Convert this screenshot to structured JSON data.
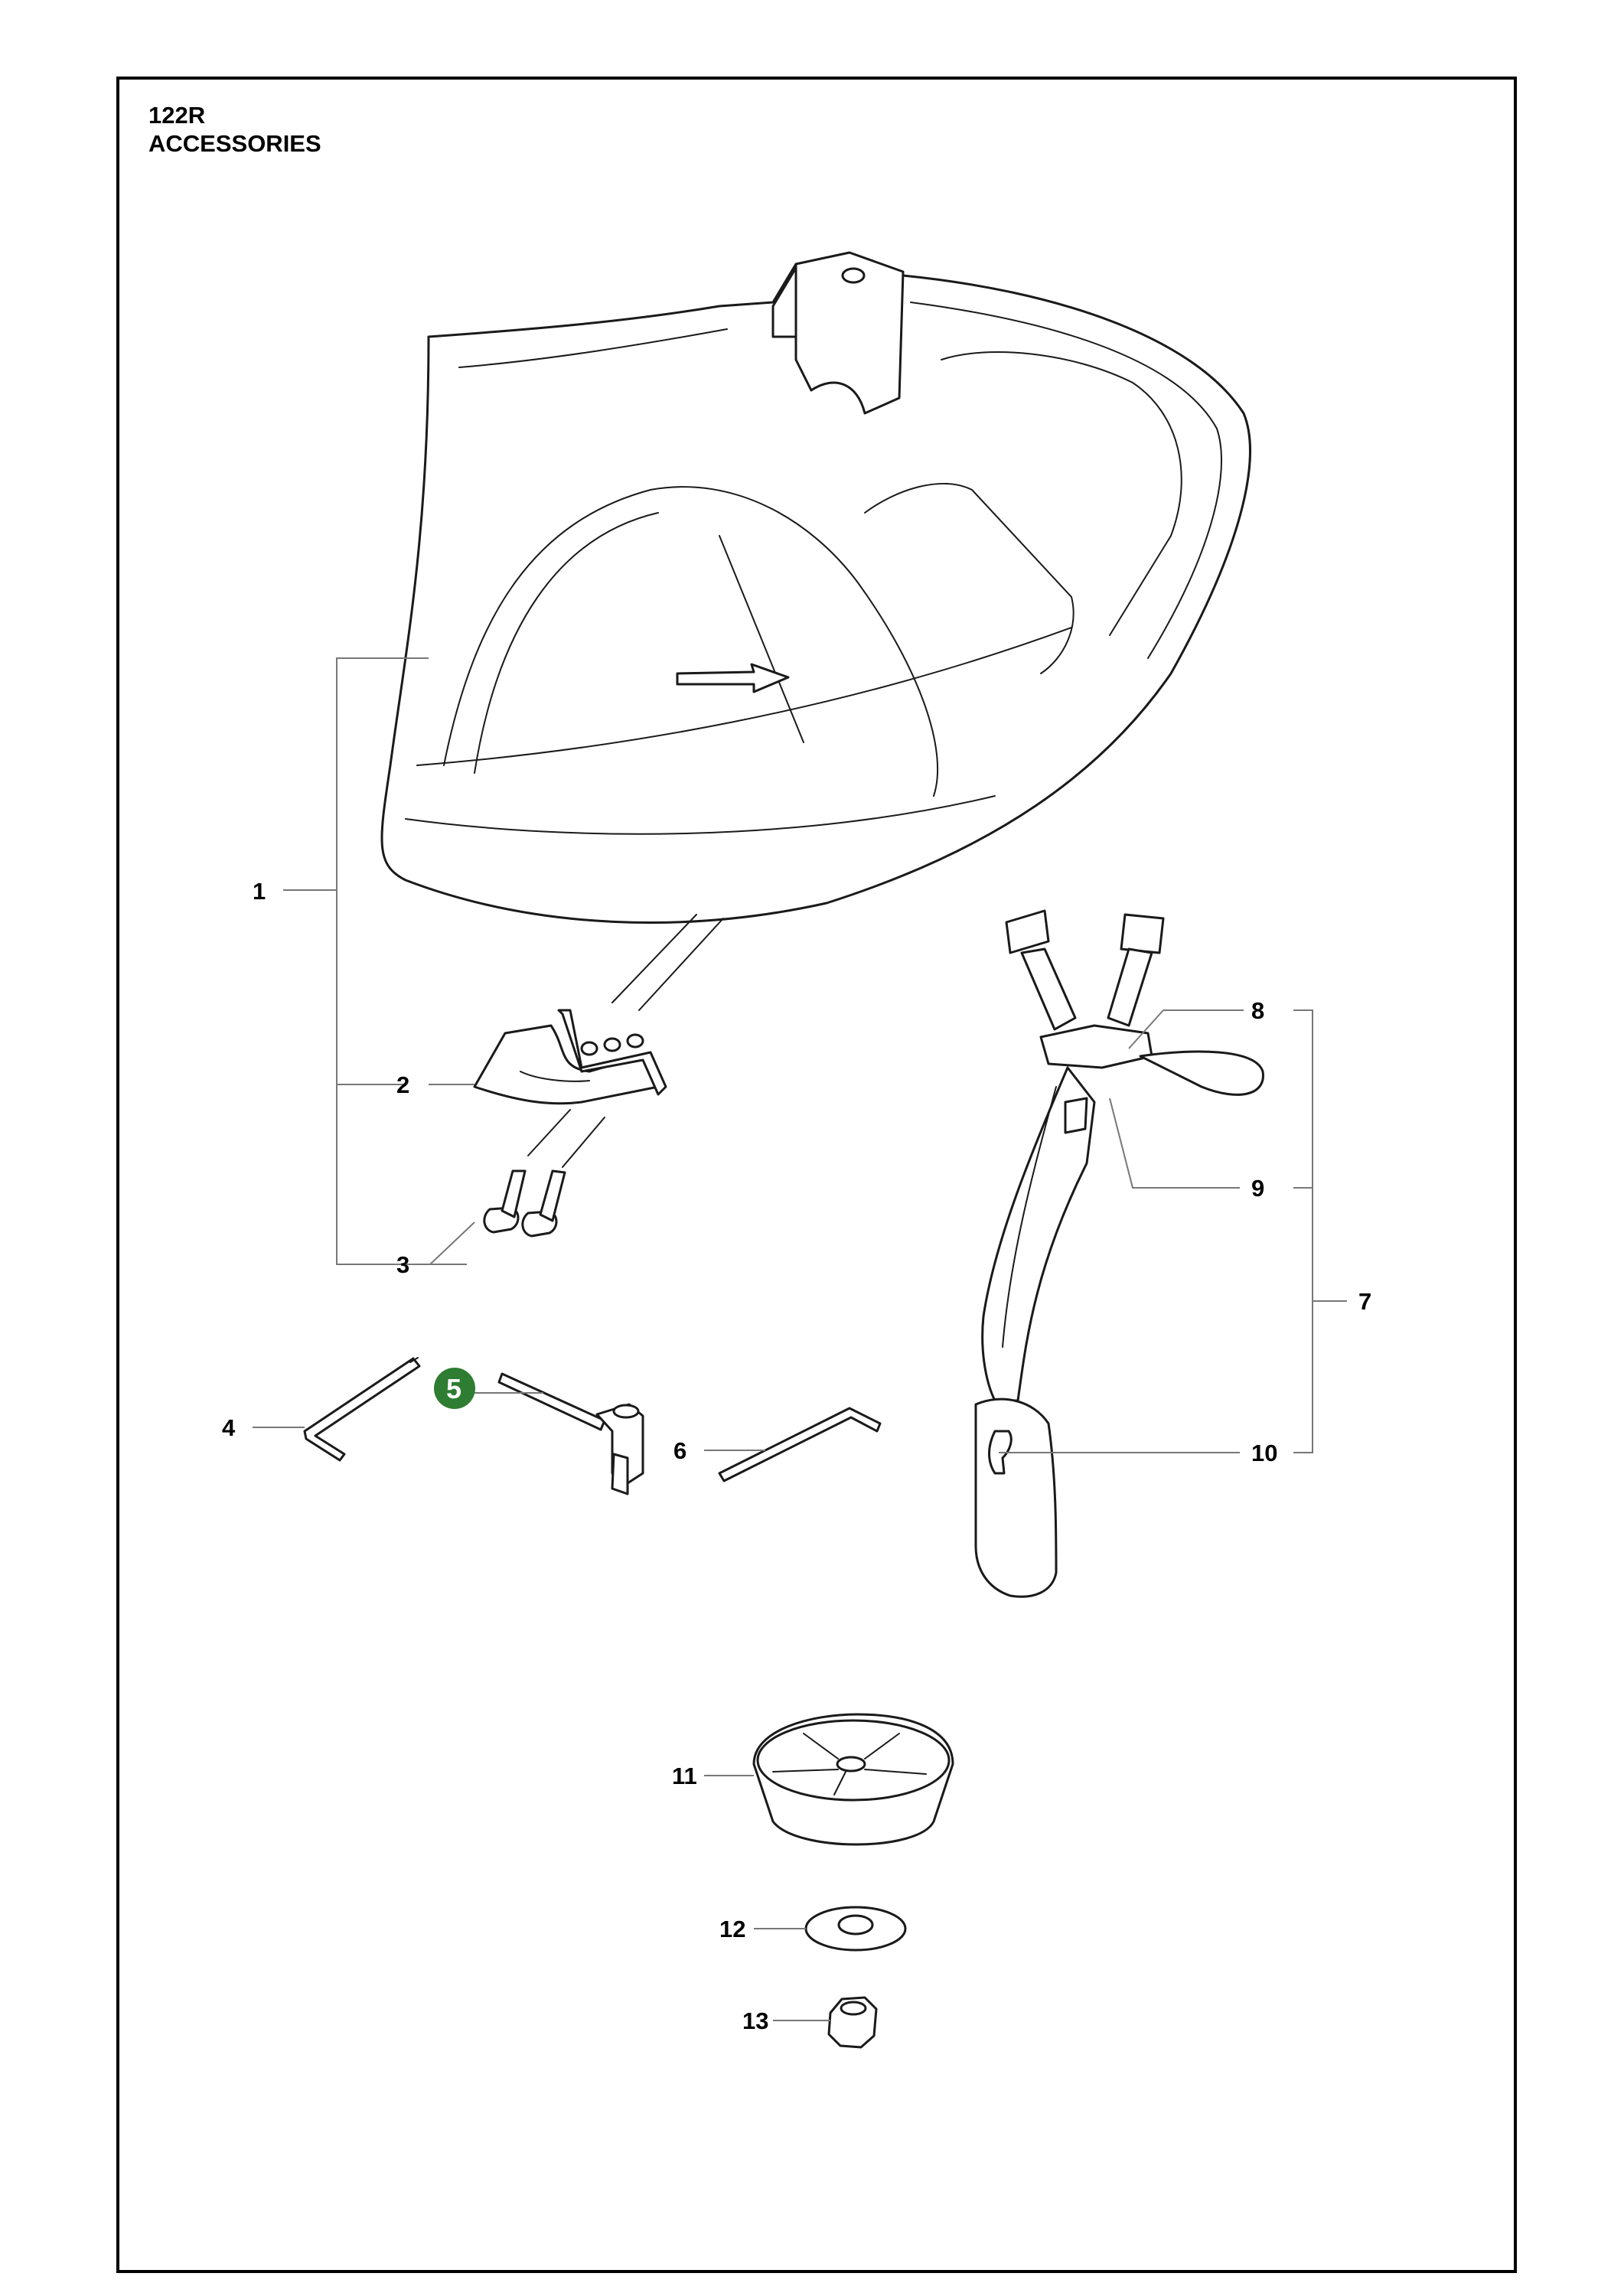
{
  "header": {
    "model": "122R",
    "section": "ACCESSORIES"
  },
  "colors": {
    "highlight": "#2e7d32",
    "line": "#1a1a1a",
    "leader": "#777777"
  },
  "callouts": [
    {
      "id": "1",
      "label": "1",
      "part": "grass-guard"
    },
    {
      "id": "2",
      "label": "2",
      "part": "guard-bracket"
    },
    {
      "id": "3",
      "label": "3",
      "part": "screws"
    },
    {
      "id": "4",
      "label": "4",
      "part": "hex-key"
    },
    {
      "id": "5",
      "label": "5",
      "part": "combination-spanner",
      "highlighted": true
    },
    {
      "id": "6",
      "label": "6",
      "part": "hex-key-long"
    },
    {
      "id": "7",
      "label": "7",
      "part": "harness-assembly"
    },
    {
      "id": "8",
      "label": "8",
      "part": "harness-buckle"
    },
    {
      "id": "9",
      "label": "9",
      "part": "harness-strap-clip"
    },
    {
      "id": "10",
      "label": "10",
      "part": "harness-hook"
    },
    {
      "id": "11",
      "label": "11",
      "part": "support-cup"
    },
    {
      "id": "12",
      "label": "12",
      "part": "washer"
    },
    {
      "id": "13",
      "label": "13",
      "part": "nut"
    }
  ]
}
